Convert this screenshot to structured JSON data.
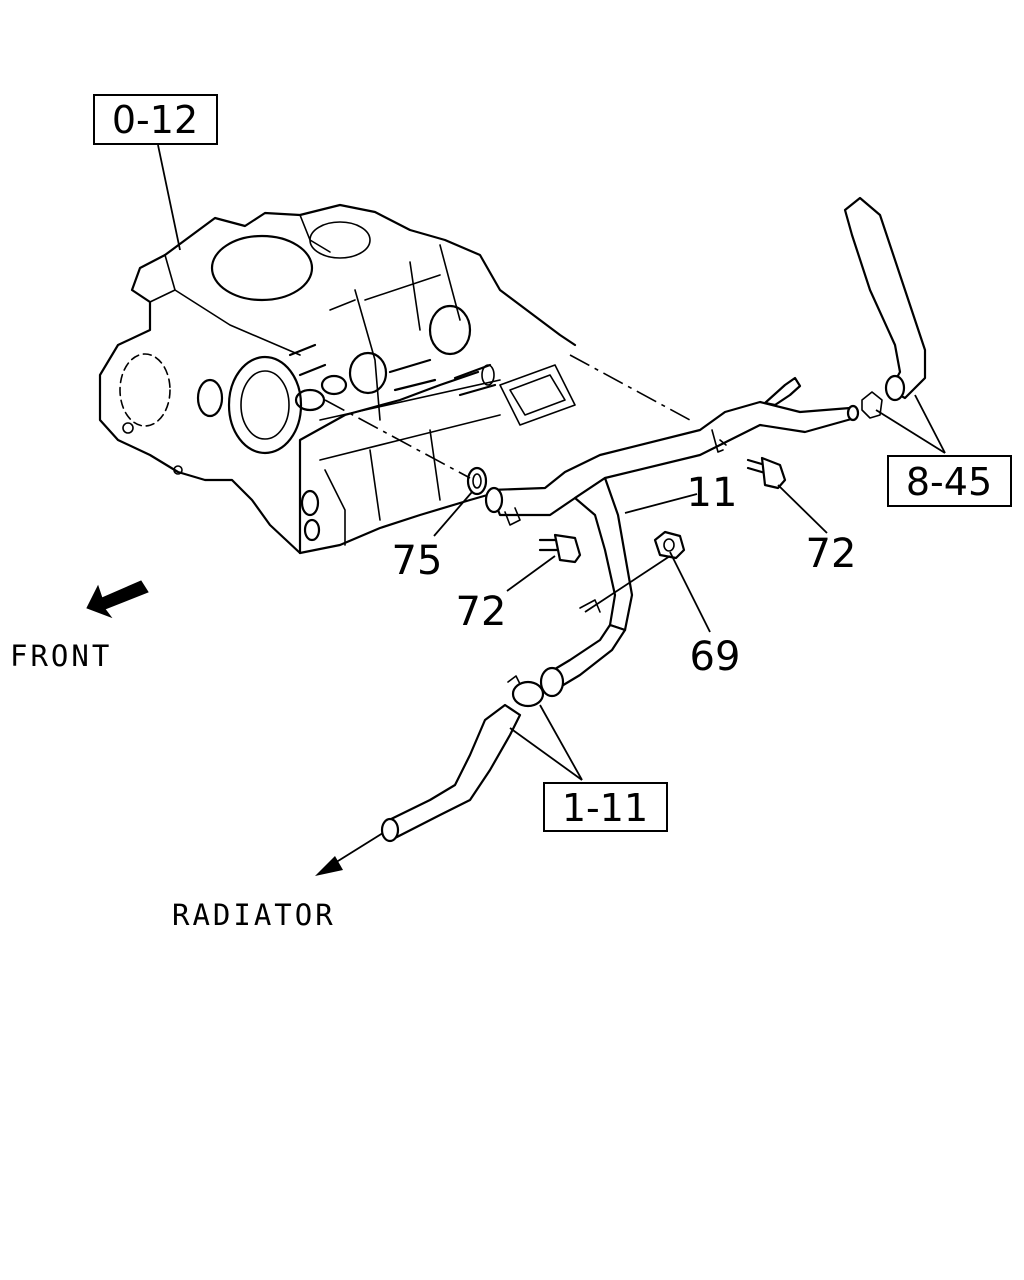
{
  "ref_boxes": {
    "engine_block": "0-12",
    "upper_hose_clamps": "8-45",
    "radiator_hose_clamps": "1-11"
  },
  "part_numbers": {
    "pipe": "11",
    "bolt_right": "72",
    "bolt_left": "72",
    "gasket": "75",
    "nut": "69"
  },
  "captions": {
    "front": "FRONT",
    "radiator": "RADIATOR"
  }
}
